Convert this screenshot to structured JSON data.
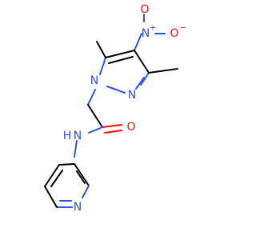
{
  "molecule": {
    "atoms": {
      "nitro_n": "N",
      "nitro_n_charge": "+",
      "nitro_o_top": "O",
      "nitro_o_right": "O",
      "nitro_o_charge": "−",
      "pyrazole_n1": "N",
      "pyrazole_n2": "N",
      "amide_o": "O",
      "amide_nh": "N",
      "amide_h": "H",
      "pyridine_n": "N"
    },
    "colors": {
      "carbon_bond": "#000000",
      "nitrogen": "#3050f8",
      "oxygen": "#ff0d0d",
      "background": "#ffffff"
    }
  }
}
